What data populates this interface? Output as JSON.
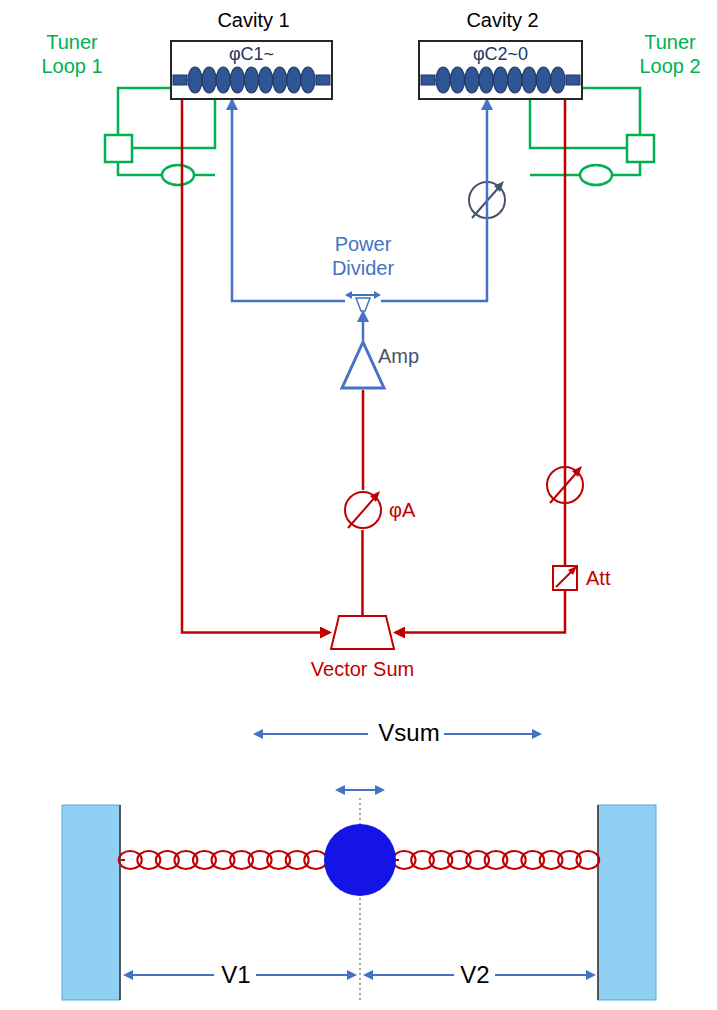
{
  "diagram": {
    "nodes": [
      {
        "text": [
          "Cavity 1",
          "φC1~"
        ]
      },
      {
        "text": [
          "Cavity 2",
          "φC2~0"
        ]
      },
      {
        "text": [
          "Power Divider"
        ]
      },
      {
        "text": [
          "Amp"
        ]
      },
      {
        "text": [
          "φA"
        ]
      },
      {
        "text": [
          "Att"
        ]
      },
      {
        "text": [
          "Vector Sum"
        ]
      }
    ],
    "edges": [
      {
        "from": 0,
        "to": 6,
        "arrow": "to"
      },
      {
        "from": 1,
        "to": 5,
        "arrow": "none"
      },
      {
        "from": 5,
        "to": 6,
        "arrow": "to"
      },
      {
        "from": 6,
        "to": 4,
        "arrow": "none"
      },
      {
        "from": 4,
        "to": 3,
        "arrow": "none"
      },
      {
        "from": 3,
        "to": 2,
        "arrow": "to"
      },
      {
        "from": 2,
        "to": 0,
        "arrow": "to"
      },
      {
        "from": 2,
        "to": 1,
        "arrow": "to"
      }
    ],
    "labels": [
      "Tuner Loop 1",
      "Tuner Loop 2",
      "Vsum",
      "V1",
      "V2"
    ]
  }
}
